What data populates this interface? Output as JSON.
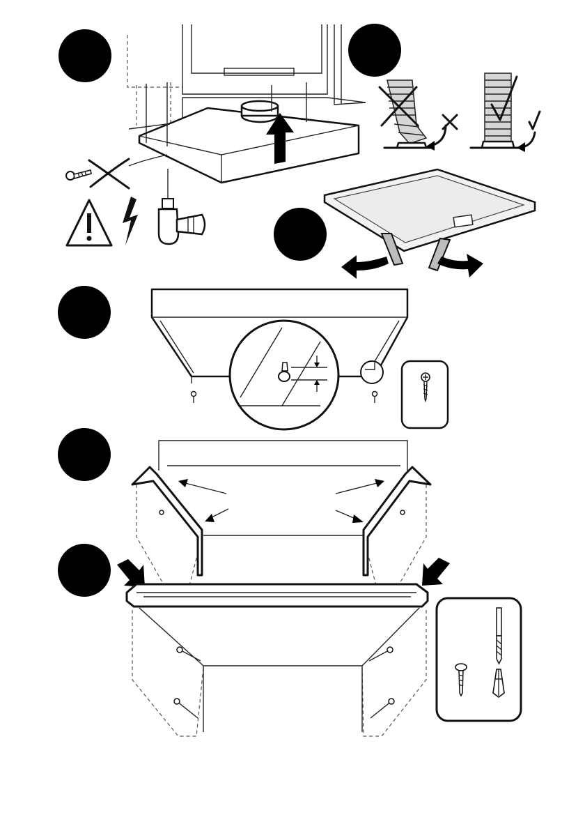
{
  "steps": [
    {
      "id": "step-1",
      "label": ""
    },
    {
      "id": "step-2",
      "label": ""
    },
    {
      "id": "step-3",
      "label": ""
    },
    {
      "id": "step-4",
      "label": ""
    },
    {
      "id": "step-5",
      "label": ""
    },
    {
      "id": "step-6",
      "label": ""
    }
  ],
  "icons": {
    "warning": "warning-triangle-icon",
    "electric": "lightning-bolt-icon",
    "drill": "power-drill-icon",
    "screw": "screw-icon",
    "wrong": "cross-mark-icon",
    "right": "check-mark-icon",
    "wall_plug": "wall-plug-icon",
    "drill_bit": "drill-bit-icon"
  },
  "colors": {
    "ink": "#111111",
    "paper": "#ffffff",
    "filter_fill": "#f2f2f2",
    "duct": "#cfcfcf"
  }
}
